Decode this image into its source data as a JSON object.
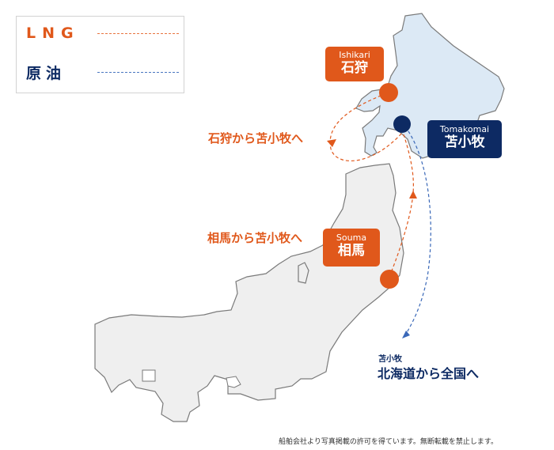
{
  "legend": {
    "lng_label": "LNG",
    "crude_label": "原油",
    "lng_color": "#e0581b",
    "crude_color": "#0d2a63"
  },
  "ports": {
    "ishikari": {
      "en": "Ishikari",
      "jp": "石狩",
      "color": "#e0581b"
    },
    "tomakomai": {
      "en": "Tomakomai",
      "jp": "苫小牧",
      "color": "#0d2a63"
    },
    "souma": {
      "en": "Souma",
      "jp": "相馬",
      "color": "#e0581b"
    }
  },
  "routes": {
    "ishikari_to_tomakomai": "石狩から苫小牧へ",
    "souma_to_tomakomai": "相馬から苫小牧へ",
    "tomakomai_out_small": "苫小牧",
    "tomakomai_out": "北海道から全国へ"
  },
  "footer_note": "船舶会社より写真掲載の許可を得ています。無断転載を禁止します。",
  "colors": {
    "hokkaido_fill": "#dce9f5",
    "honshu_fill": "#efefef",
    "outline": "#7a7a7a"
  }
}
